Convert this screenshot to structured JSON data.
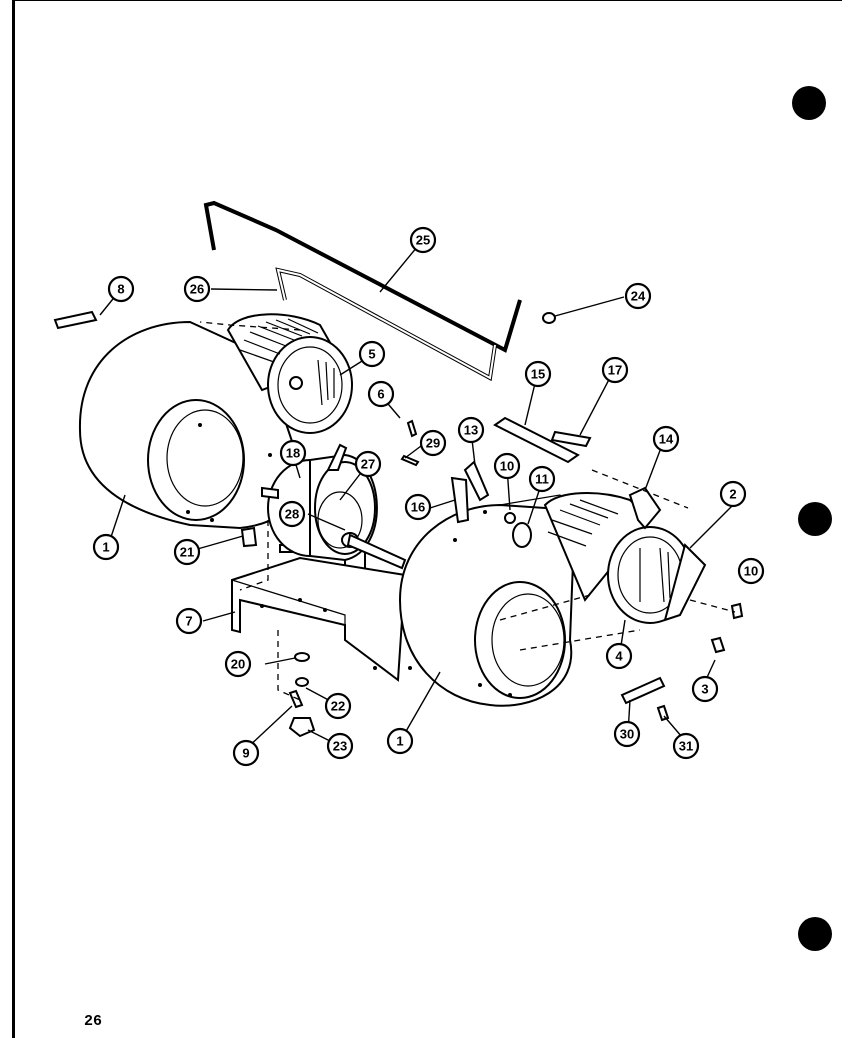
{
  "page": {
    "number": "26"
  },
  "callouts": {
    "c1a": "1",
    "c1b": "1",
    "c2": "2",
    "c3": "3",
    "c4": "4",
    "c5": "5",
    "c6": "6",
    "c7": "7",
    "c8": "8",
    "c9": "9",
    "c10a": "10",
    "c10b": "10",
    "c11": "11",
    "c13": "13",
    "c14": "14",
    "c15": "15",
    "c16": "16",
    "c17": "17",
    "c18": "18",
    "c20": "20",
    "c21": "21",
    "c22": "22",
    "c23": "23",
    "c24": "24",
    "c25": "25",
    "c26": "26",
    "c27": "27",
    "c28": "28",
    "c29": "29",
    "c30": "30",
    "c31": "31"
  }
}
